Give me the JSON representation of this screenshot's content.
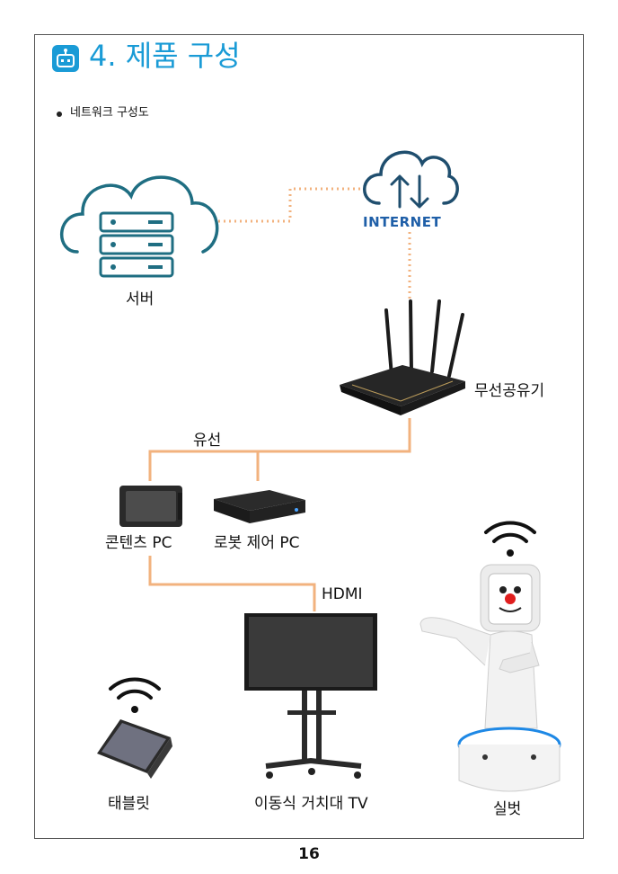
{
  "header": {
    "title": "4. 제품 구성"
  },
  "bullet": {
    "text": "네트워크 구성도"
  },
  "labels": {
    "internet": "INTERNET",
    "server": "서버",
    "router": "무선공유기",
    "wired": "유선",
    "content_pc": "콘텐츠 PC",
    "robot_pc": "로봇 제어 PC",
    "hdmi": "HDMI",
    "tablet": "태블릿",
    "tv": "이동식 거치대 TV",
    "robot": "실벗"
  },
  "page_number": "16",
  "colors": {
    "accent": "#1a9bd6",
    "cloud": "#1f6e82",
    "wired_line": "#f2b27e",
    "internet_text": "#1f5fa8"
  }
}
